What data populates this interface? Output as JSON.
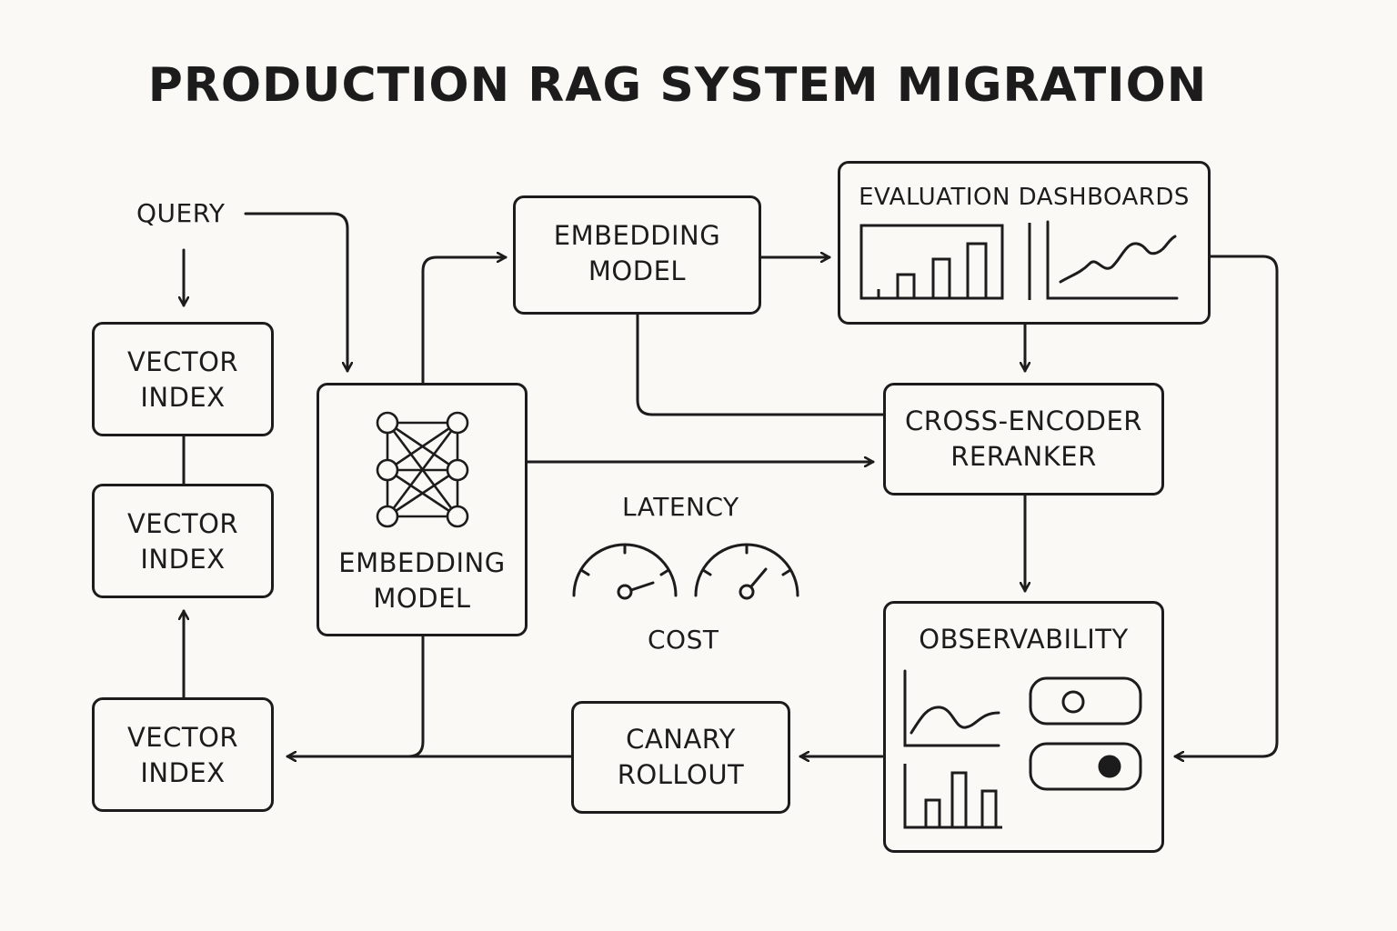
{
  "title": "PRODUCTION RAG SYSTEM MIGRATION",
  "nodes": {
    "query": "QUERY",
    "vector_index_top": [
      "VECTOR",
      "INDEX"
    ],
    "vector_index_mid": [
      "VECTOR",
      "INDEX"
    ],
    "vector_index_bottom": [
      "VECTOR",
      "INDEX"
    ],
    "embedding_model_center": [
      "EMBEDDING",
      "MODEL"
    ],
    "embedding_model_top": [
      "EMBEDDING",
      "MODEL"
    ],
    "evaluation_dashboards": "EVALUATION DASHBOARDS",
    "cross_encoder_reranker": [
      "CROSS-ENCODER",
      "RERANKER"
    ],
    "observability": "OBSERVABILITY",
    "canary_rollout": [
      "CANARY",
      "ROLLOUT"
    ]
  },
  "gauges": {
    "latency_label": "LATENCY",
    "cost_label": "COST"
  },
  "icons": {
    "embedding_center": "neural-network-icon",
    "dashboards": [
      "bar-chart-icon",
      "line-chart-icon"
    ],
    "observability": [
      "line-chart-icon",
      "bar-chart-icon",
      "toggle-off-icon",
      "toggle-on-icon"
    ]
  },
  "toggles": {
    "observability_toggle_1": false,
    "observability_toggle_2": true
  }
}
